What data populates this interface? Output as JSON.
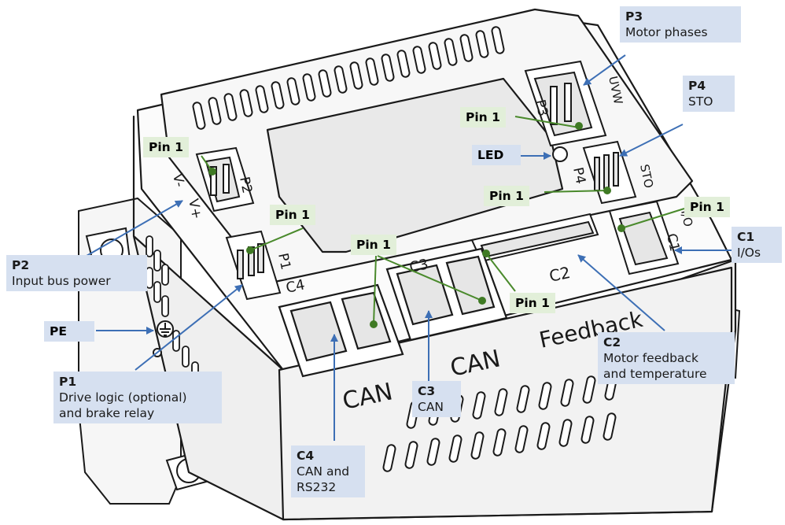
{
  "device": {
    "connector_marks": {
      "p1": "P1",
      "p2": "P2",
      "p3": "P3",
      "p4": "P4",
      "c1": "C1",
      "c2": "C2",
      "c3": "C3",
      "c4": "C4",
      "v_minus": "V-",
      "v_plus": "V+",
      "can_left": "CAN",
      "can_right": "CAN",
      "feedback": "Feedback",
      "sto": "STO",
      "io": "I/O",
      "uvw": "UVW"
    }
  },
  "callouts": {
    "p3": {
      "id": "P3",
      "desc": "Motor phases"
    },
    "p4": {
      "id": "P4",
      "desc": "STO"
    },
    "p2": {
      "id": "P2",
      "desc": "Input bus power"
    },
    "p1": {
      "id": "P1",
      "desc_line1": "Drive logic (optional)",
      "desc_line2": "and brake relay"
    },
    "c1": {
      "id": "C1",
      "desc": "I/Os"
    },
    "c2": {
      "id": "C2",
      "desc_line1": "Motor feedback",
      "desc_line2": "and temperature"
    },
    "c3": {
      "id": "C3",
      "desc": "CAN"
    },
    "c4": {
      "id": "C4",
      "desc_line1": "CAN and",
      "desc_line2": "RS232"
    },
    "pe": "PE",
    "led": "LED"
  },
  "pin_labels": {
    "p3": "Pin 1",
    "p2": "Pin 1",
    "p1": "Pin 1",
    "p4": "Pin 1",
    "c1": "Pin 1",
    "c4_c3": "Pin 1",
    "c2_c3": "Pin 1"
  },
  "colors": {
    "outline": "#1a1a1a",
    "body_fill": "#f3f3f3",
    "callout_fill": "#d6e0f0",
    "pin_fill": "#e2efd9",
    "blue_line": "#3d6fb5",
    "green_line": "#4a8a2c"
  }
}
